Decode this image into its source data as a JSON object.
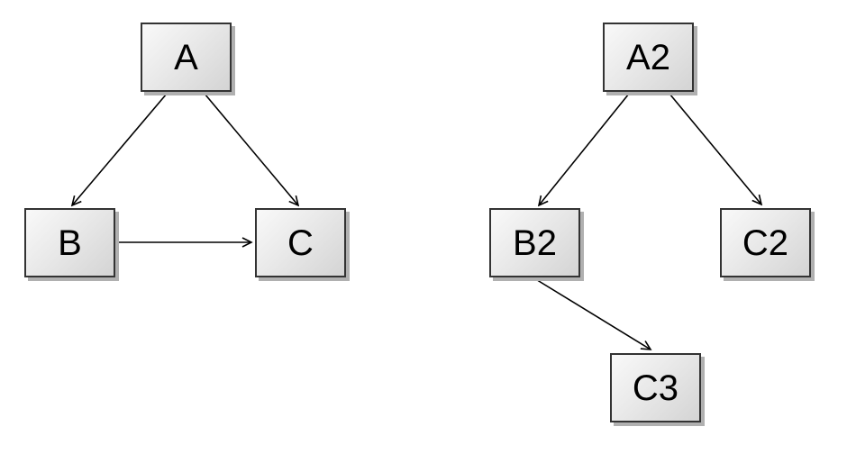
{
  "style": {
    "background": "#ffffff",
    "node_border": "#333333",
    "node_fill_light": "#f9f9f9",
    "node_fill_dark": "#d4d4d4",
    "node_shadow": "#b0b0b0",
    "edge_color": "#000000",
    "label_color": "#000000"
  },
  "diagrams": [
    {
      "name": "left-graph",
      "nodes": [
        {
          "id": "A",
          "label": "A"
        },
        {
          "id": "B",
          "label": "B"
        },
        {
          "id": "C",
          "label": "C"
        }
      ],
      "edges": [
        {
          "from": "A",
          "to": "B"
        },
        {
          "from": "A",
          "to": "C"
        },
        {
          "from": "B",
          "to": "C"
        }
      ]
    },
    {
      "name": "right-graph",
      "nodes": [
        {
          "id": "A2",
          "label": "A2"
        },
        {
          "id": "B2",
          "label": "B2"
        },
        {
          "id": "C2",
          "label": "C2"
        },
        {
          "id": "C3",
          "label": "C3"
        }
      ],
      "edges": [
        {
          "from": "A2",
          "to": "B2"
        },
        {
          "from": "A2",
          "to": "C2"
        },
        {
          "from": "B2",
          "to": "C3"
        }
      ]
    }
  ]
}
